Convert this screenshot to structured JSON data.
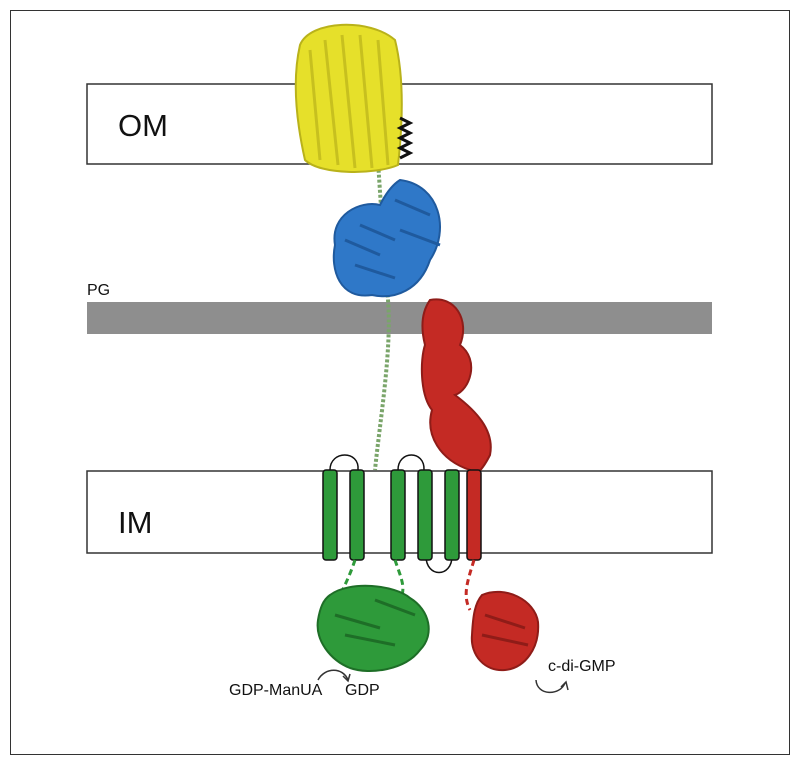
{
  "labels": {
    "outer_membrane": "OM",
    "inner_membrane": "IM",
    "peptidoglycan": "PG",
    "substrate": "GDP-ManUA",
    "product": "GDP",
    "second_messenger": "c-di-GMP"
  },
  "colors": {
    "membrane_fill": "#ffffff",
    "pg_layer": "#8e8e8e",
    "beta_barrel": "#e6e02a",
    "periplasmic_domain": "#2f78c8",
    "glycosyltransferase": "#2e9a3a",
    "pilz_protein": "#c42a24",
    "polymer_chain": "#7aa56a"
  },
  "icons": [
    "beta-barrel-protein-icon",
    "tpr-domain-protein-icon",
    "glycosyltransferase-domain-icon",
    "pilz-domain-protein-icon",
    "curved-arrow-icon"
  ]
}
